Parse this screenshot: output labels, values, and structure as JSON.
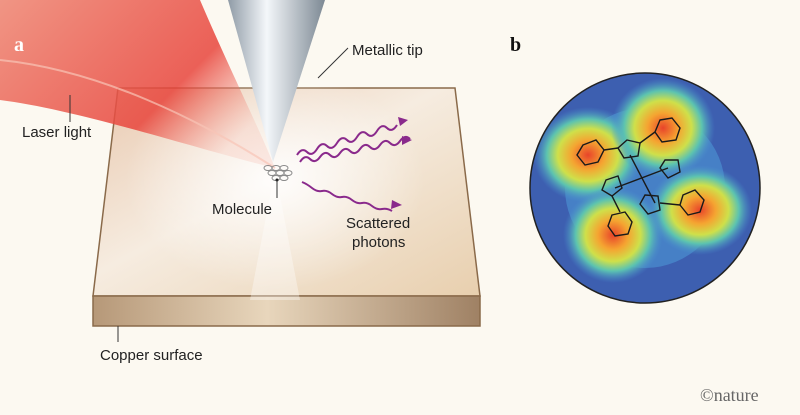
{
  "panels": {
    "a": "a",
    "b": "b"
  },
  "labels": {
    "metallic_tip": "Metallic tip",
    "laser_light": "Laser light",
    "molecule": "Molecule",
    "scattered_photons_line1": "Scattered",
    "scattered_photons_line2": "photons",
    "copper_surface": "Copper surface"
  },
  "credit": {
    "symbol": "©",
    "text": "nature"
  },
  "colors": {
    "photon": "#8a2a8c",
    "laser": "#e8453c",
    "slab_edge": "#8a6a4a",
    "background": "#fcf9f1"
  }
}
